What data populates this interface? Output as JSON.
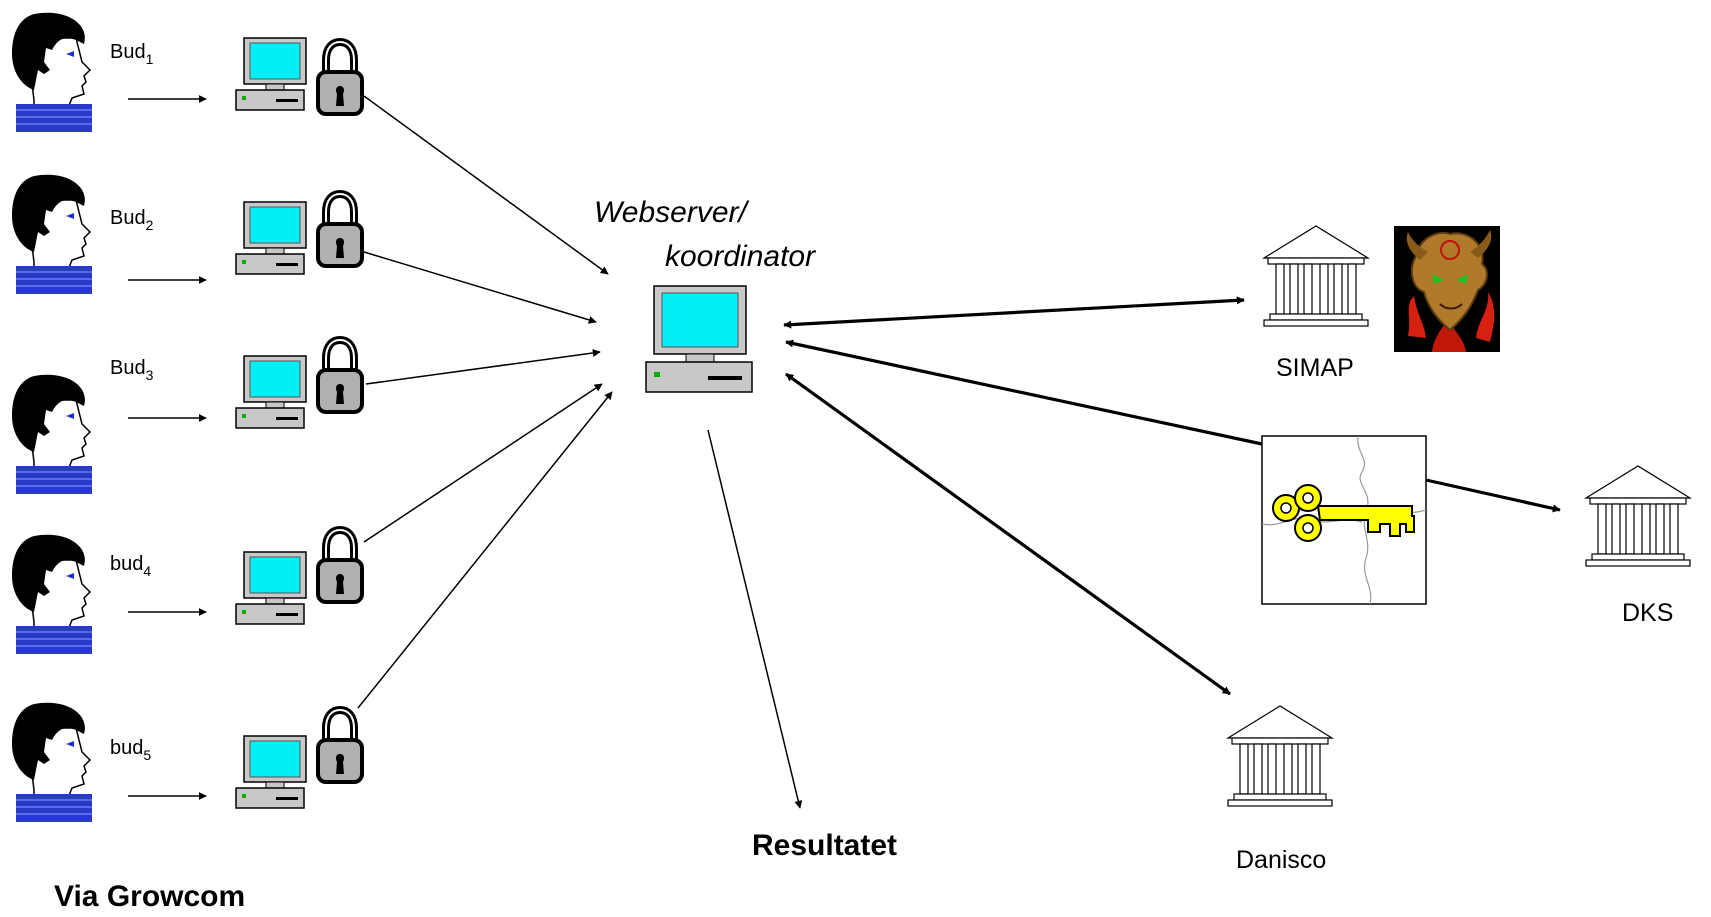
{
  "bidders": [
    {
      "name": "Bud",
      "index": "1"
    },
    {
      "name": "Bud",
      "index": "2"
    },
    {
      "name": "Bud",
      "index": "3"
    },
    {
      "name": "bud",
      "index": "4"
    },
    {
      "name": "bud",
      "index": "5"
    }
  ],
  "coordinator": {
    "line1": "Webserver/",
    "line2": "koordinator"
  },
  "institutions": {
    "simap": "SIMAP",
    "dks": "DKS",
    "danisco": "Danisco"
  },
  "result_label": "Resultatet",
  "footer_label": "Via Growcom",
  "icons": {
    "bidder": "person-head-icon",
    "computer": "computer-icon",
    "lock": "padlock-icon",
    "institution": "building-icon",
    "key_puzzle": "key-puzzle-icon",
    "devil": "devil-image"
  },
  "colors": {
    "screen": "#00f0f5",
    "scarf": "#2a3ac8",
    "key": "#ffff00",
    "hair": "#000000"
  }
}
